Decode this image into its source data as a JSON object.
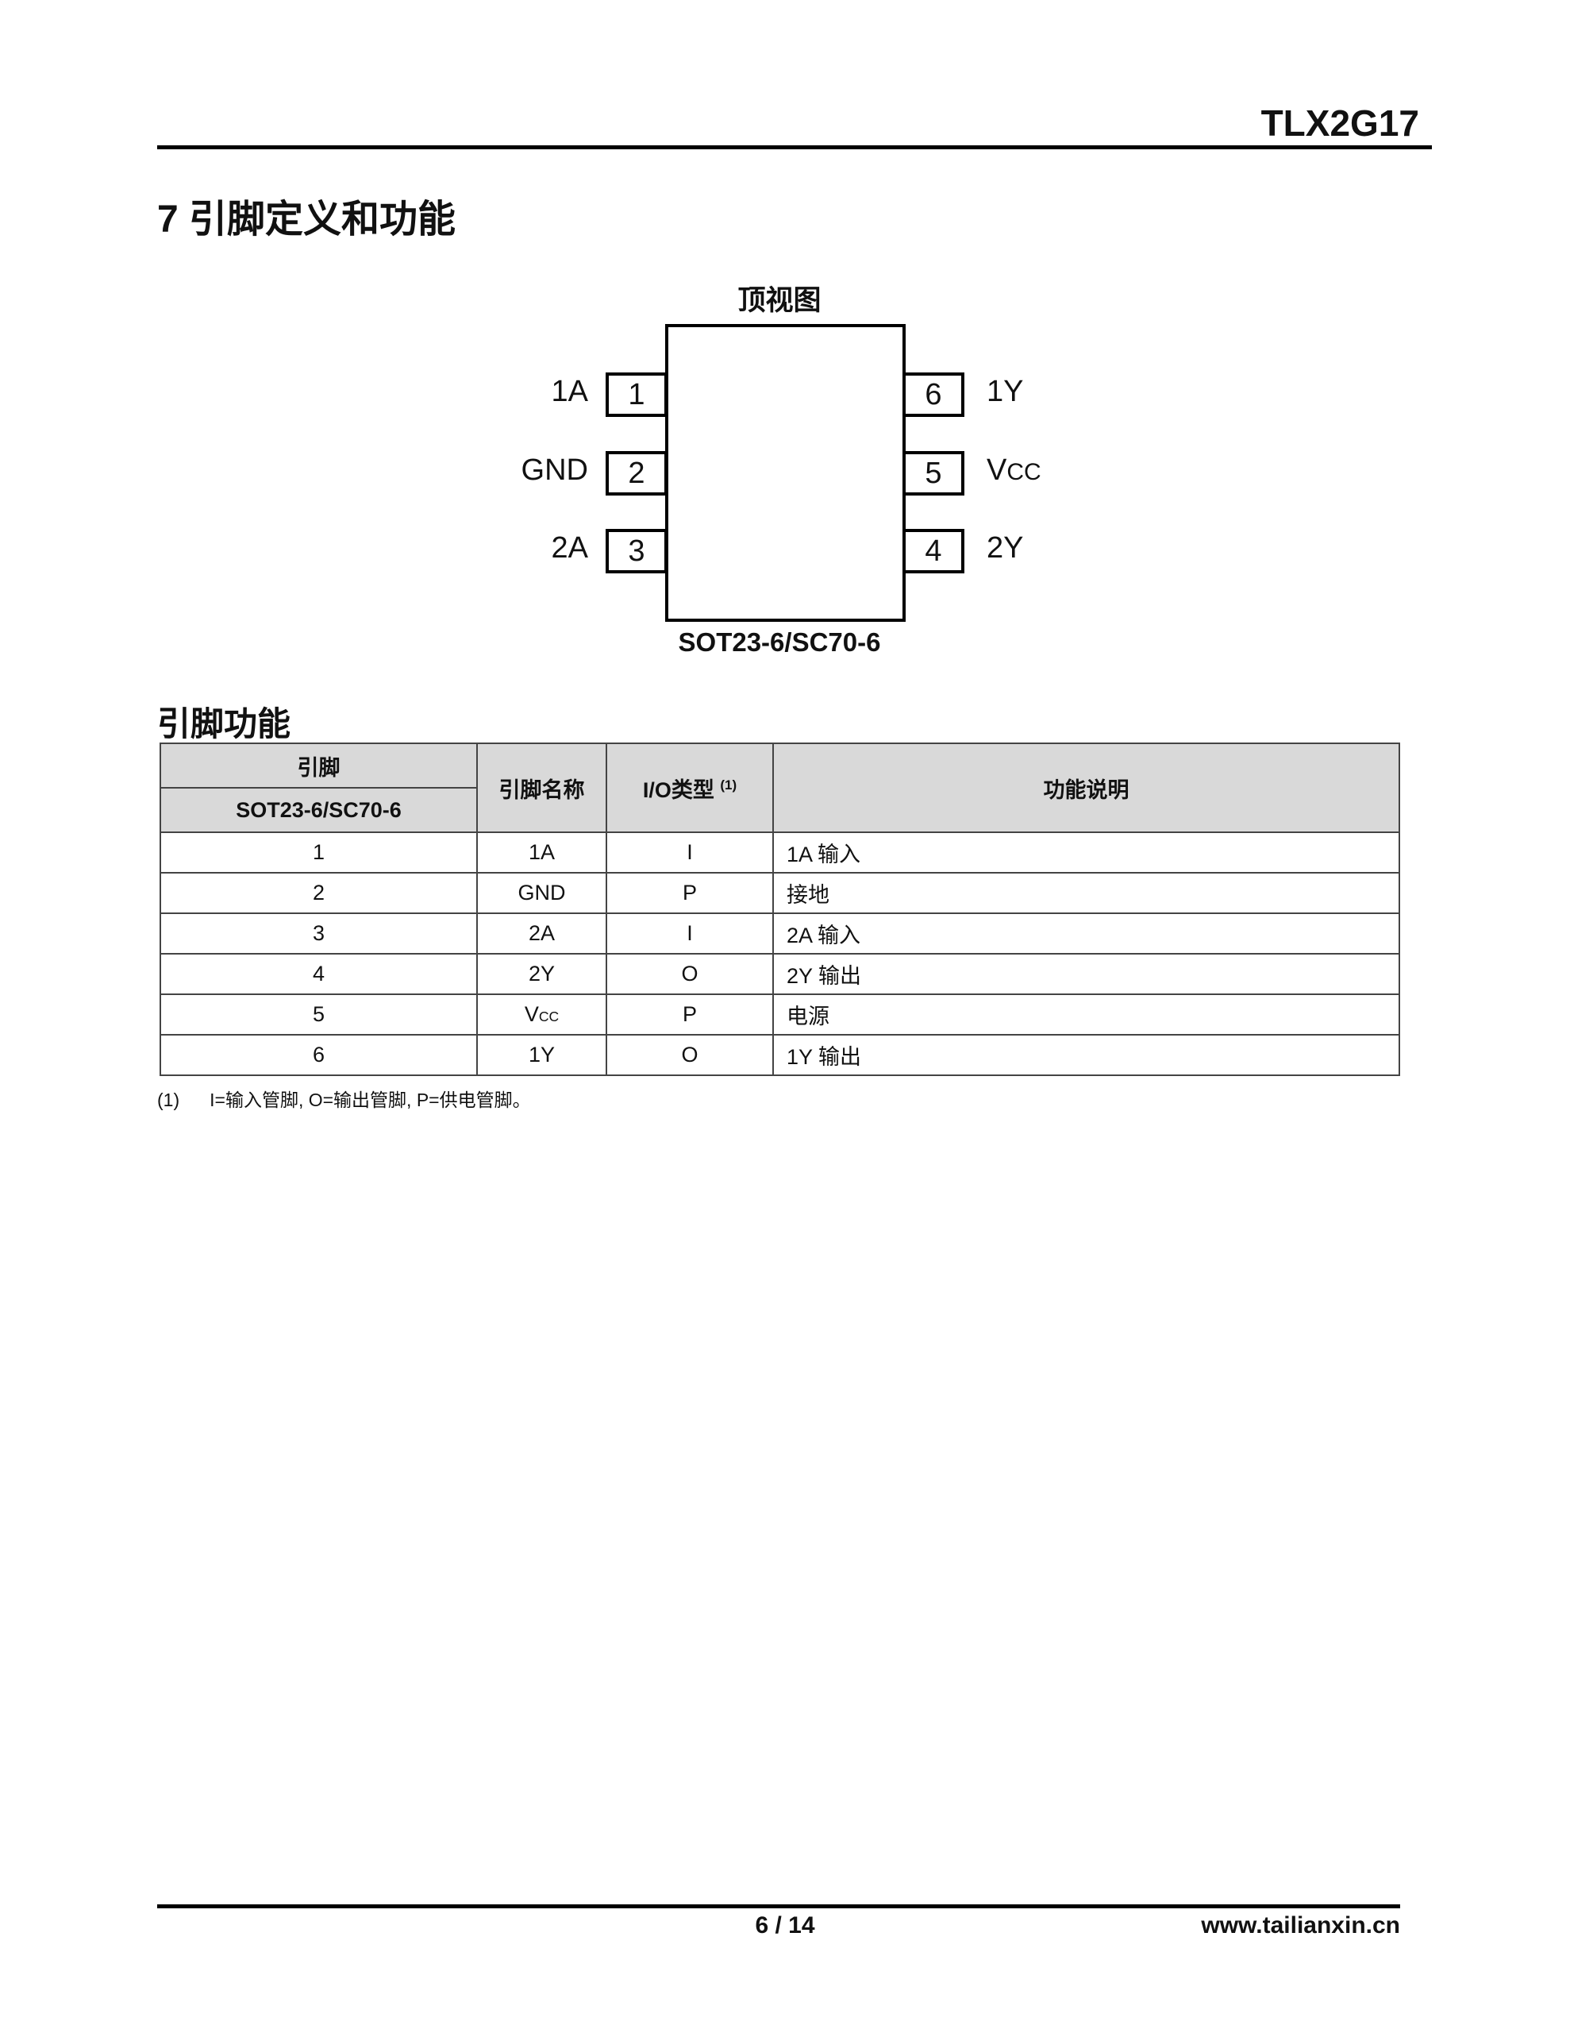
{
  "header": {
    "title": "TLX2G17"
  },
  "section": {
    "title": "7 引脚定义和功能"
  },
  "diagram": {
    "view_label": "顶视图",
    "package_label": "SOT23-6/SC70-6",
    "left_pins": [
      {
        "num": "1",
        "name": "1A"
      },
      {
        "num": "2",
        "name": "GND"
      },
      {
        "num": "3",
        "name": "2A"
      }
    ],
    "right_pins": [
      {
        "num": "6",
        "name": "1Y",
        "sub": ""
      },
      {
        "num": "5",
        "name": "V",
        "sub": "CC"
      },
      {
        "num": "4",
        "name": "2Y",
        "sub": ""
      }
    ]
  },
  "pin_table": {
    "title": "引脚功能",
    "headers": {
      "pin": "引脚",
      "package": "SOT23-6/SC70-6",
      "name": "引脚名称",
      "io": "I/O类型",
      "io_note": "(1)",
      "desc": "功能说明"
    },
    "rows": [
      {
        "pin": "1",
        "name": "1A",
        "sub": "",
        "io": "I",
        "desc": "1A 输入"
      },
      {
        "pin": "2",
        "name": "GND",
        "sub": "",
        "io": "P",
        "desc": "接地"
      },
      {
        "pin": "3",
        "name": "2A",
        "sub": "",
        "io": "I",
        "desc": "2A 输入"
      },
      {
        "pin": "4",
        "name": "2Y",
        "sub": "",
        "io": "O",
        "desc": "2Y 输出"
      },
      {
        "pin": "5",
        "name": "V",
        "sub": "CC",
        "io": "P",
        "desc": "电源"
      },
      {
        "pin": "6",
        "name": "1Y",
        "sub": "",
        "io": "O",
        "desc": "1Y 输出"
      }
    ],
    "footnote_mark": "(1)",
    "footnote": "I=输入管脚, O=输出管脚, P=供电管脚。"
  },
  "footer": {
    "page": "6 / 14",
    "site": "www.tailianxin.cn"
  }
}
